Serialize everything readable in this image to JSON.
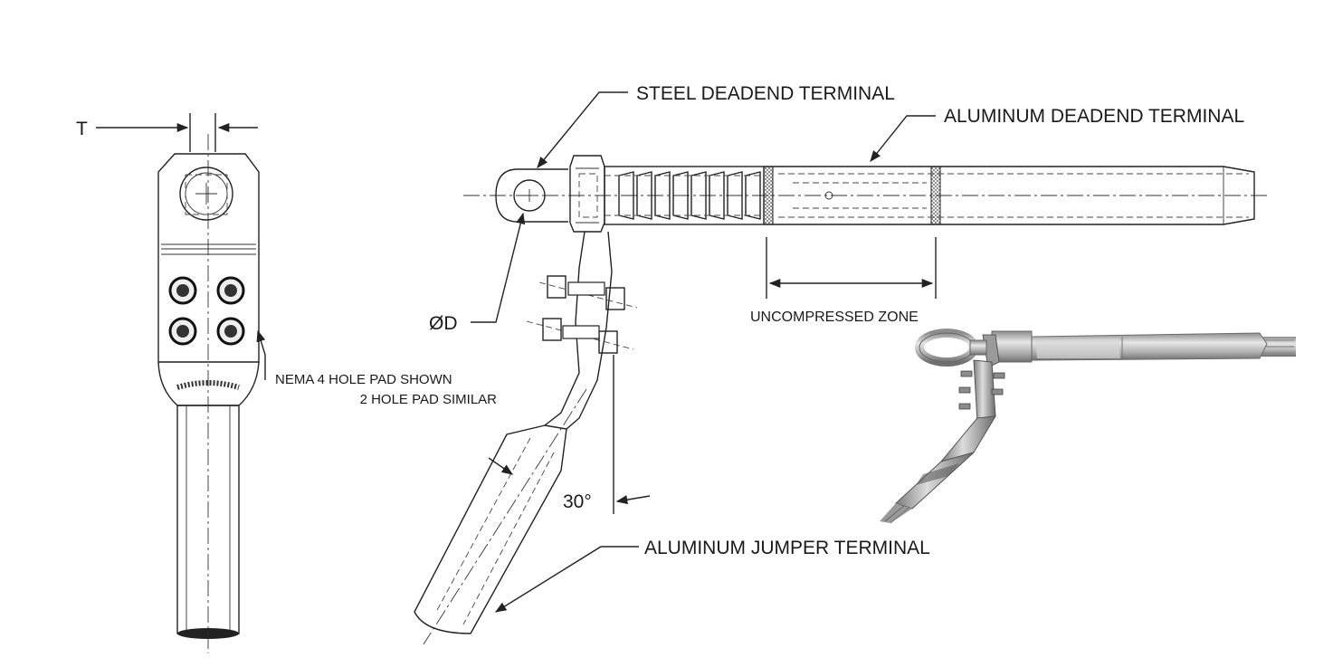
{
  "labels": {
    "thickness": "T",
    "diameter": "ØD",
    "steel_deadend": "STEEL DEADEND TERMINAL",
    "aluminum_deadend": "ALUMINUM DEADEND TERMINAL",
    "uncompressed_zone": "UNCOMPRESSED ZONE",
    "nema_line1": "NEMA 4 HOLE PAD SHOWN",
    "nema_line2": "2 HOLE PAD SIMILAR",
    "angle": "30°",
    "aluminum_jumper": "ALUMINUM JUMPER TERMINAL"
  },
  "colors": {
    "ink": "#222222",
    "photo_background": "#ffffff",
    "photo_metal": "#b7b7b7"
  }
}
